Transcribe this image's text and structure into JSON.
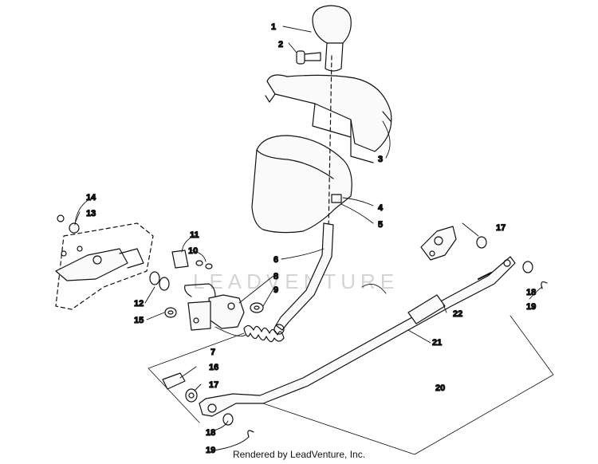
{
  "callouts": [
    {
      "id": "c1",
      "label": "1"
    },
    {
      "id": "c2",
      "label": "2"
    },
    {
      "id": "c3",
      "label": "3"
    },
    {
      "id": "c4",
      "label": "4"
    },
    {
      "id": "c5",
      "label": "5"
    },
    {
      "id": "c6",
      "label": "6"
    },
    {
      "id": "c7",
      "label": "7"
    },
    {
      "id": "c8",
      "label": "8"
    },
    {
      "id": "c9",
      "label": "9"
    },
    {
      "id": "c10",
      "label": "10"
    },
    {
      "id": "c11",
      "label": "11"
    },
    {
      "id": "c12",
      "label": "12"
    },
    {
      "id": "c13",
      "label": "13"
    },
    {
      "id": "c14",
      "label": "14"
    },
    {
      "id": "c15",
      "label": "15"
    },
    {
      "id": "c16",
      "label": "16"
    },
    {
      "id": "c17a",
      "label": "17"
    },
    {
      "id": "c17b",
      "label": "17"
    },
    {
      "id": "c18a",
      "label": "18"
    },
    {
      "id": "c18b",
      "label": "18"
    },
    {
      "id": "c19a",
      "label": "19"
    },
    {
      "id": "c19b",
      "label": "19"
    },
    {
      "id": "c20",
      "label": "20"
    },
    {
      "id": "c21",
      "label": "21"
    },
    {
      "id": "c22",
      "label": "22"
    }
  ],
  "watermark": "LEADVENTURE",
  "footer": "Rendered by LeadVenture, Inc.",
  "colors": {
    "line": "#111111",
    "watermark": "#d4d4d4",
    "background": "#ffffff"
  }
}
